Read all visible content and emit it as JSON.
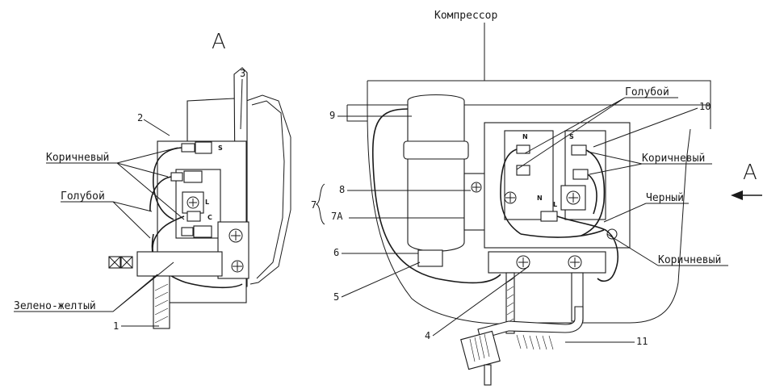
{
  "view_label": "A",
  "title": "Компрессор",
  "left_view": {
    "labels": {
      "brown": "Коричневый",
      "blue": "Голубой",
      "green_yellow": "Зелено-желтый"
    },
    "numbers": {
      "n1": "1",
      "n2": "2",
      "n3": "3"
    },
    "terminals": {
      "s": "S",
      "l": "L",
      "c": "C"
    }
  },
  "right_view": {
    "labels": {
      "blue": "Голубой",
      "brown": "Коричневый",
      "black": "Черный",
      "brown2": "Коричневый"
    },
    "numbers": {
      "n4": "4",
      "n5": "5",
      "n6": "6",
      "n7": "7",
      "n7a": "7А",
      "n8": "8",
      "n9": "9",
      "n10": "10",
      "n11": "11"
    },
    "terminals": {
      "n_top": "N",
      "s": "S",
      "n_mid": "N",
      "l": "L"
    }
  },
  "arrow_label": "A"
}
